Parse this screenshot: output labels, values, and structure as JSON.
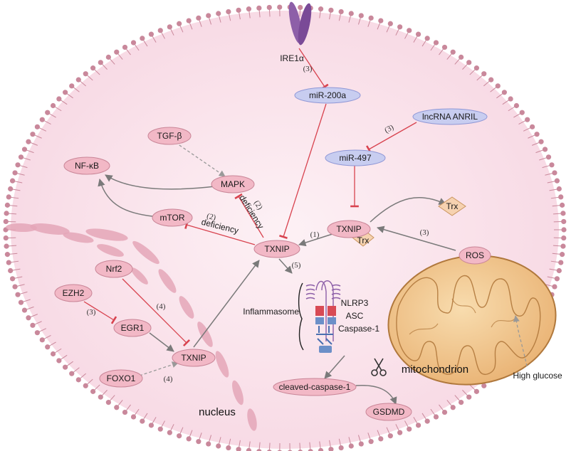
{
  "colors": {
    "membrane": "#c9889b",
    "cytoplasm": "#fbe6ee",
    "node_pink": "#f2b8c6",
    "node_pink_stroke": "#c98597",
    "node_blue": "#c8cdf0",
    "node_blue_stroke": "#8f97d6",
    "trx": "#f6d2b0",
    "inhibit": "#d8434f",
    "activate": "#7a7a7a",
    "mito_fill": "#f1c58e",
    "mito_stroke": "#b0783c",
    "receptor": "#8d5fa8"
  },
  "labels": {
    "ire1a": "IRE1α",
    "mir200a": "miR-200a",
    "lncrna": "lncRNA ANRIL",
    "mir497": "miR-497",
    "tgfb": "TGF-β",
    "nfkb": "NF-κB",
    "mapk": "MAPK",
    "mtor": "mTOR",
    "txnip_center": "TXNIP",
    "txnip_right": "TXNIP",
    "trx_bound": "Trx",
    "trx_free": "Trx",
    "ros": "ROS",
    "nrf2": "Nrf2",
    "ezh2": "EZH2",
    "egr1": "EGR1",
    "txnip_nucleus": "TXNIP",
    "foxo1": "FOXO1",
    "inflammasome": "Inflammasome",
    "nlrp3": "NLRP3",
    "asc": "ASC",
    "caspase1": "Caspase-1",
    "cleaved_caspase1": "cleaved-caspase-1",
    "gsdmd": "GSDMD",
    "mitochondrion": "mitochondrion",
    "high_glucose": "High glucose",
    "nucleus": "nucleus",
    "deficiency_mapk": "deficiency",
    "deficiency_mtor": "deficiency"
  },
  "step_labels": {
    "s_ire1a": "(3)",
    "s_lncrna": "(3)",
    "s_mapk": "(2)",
    "s_mtor": "(2)",
    "s_txnip": "(1)",
    "s_ros": "(3)",
    "s_inflam": "(5)",
    "s_nrf2": "(4)",
    "s_ezh2": "(3)",
    "s_foxo1": "(4)"
  },
  "icons": {
    "scissors": "scissors-icon",
    "receptor": "ire1a-receptor-icon"
  }
}
